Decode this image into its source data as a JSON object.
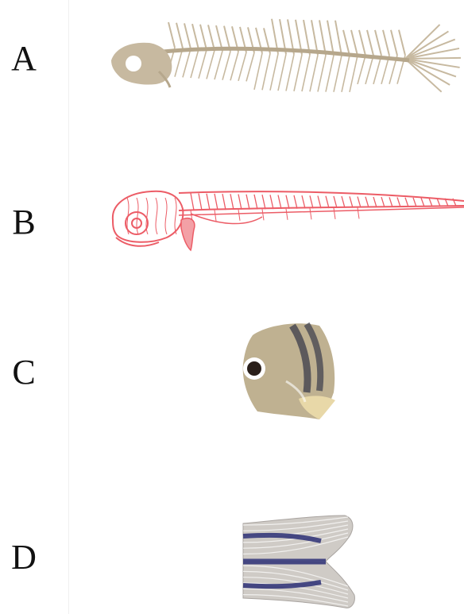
{
  "panels": [
    {
      "label": "A",
      "depicts": "fish-skeleton"
    },
    {
      "label": "B",
      "depicts": "larval-fish-vasculature"
    },
    {
      "label": "C",
      "depicts": "fish-head"
    },
    {
      "label": "D",
      "depicts": "fish-tail-fin"
    }
  ],
  "colors": {
    "bone": "#c7b9a0",
    "bone_dark": "#b6a78c",
    "vessel": "#ec5c66",
    "vessel_fill": "#f3a0a6",
    "head_skin": "#bfb191",
    "head_stripe": "#4a4a52",
    "fin_base": "#cfcbc6",
    "fin_stripe": "#2c2f74"
  },
  "icons": [
    "fish-skeleton-icon",
    "vasculature-icon",
    "fish-head-icon",
    "tail-fin-icon"
  ]
}
